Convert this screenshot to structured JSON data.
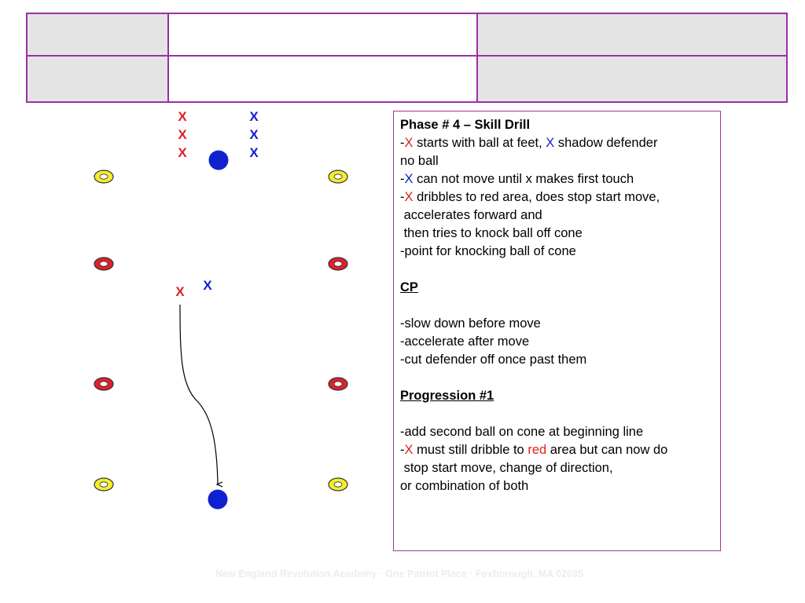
{
  "diagram": {
    "marks": {
      "red_x_text": "X",
      "blue_x_text": "X"
    },
    "colors": {
      "attacker": "#e02020",
      "defender": "#1020d0",
      "ball": "#1020d0",
      "cone_yellow": "#f5ee2a",
      "cone_red": "#e0202a",
      "border": "#9b2fa6"
    }
  },
  "panel": {
    "title": "Phase # 4 – Skill Drill",
    "l1_dash": "-",
    "l1_x1": "X",
    "l1_mid": " starts with ball at feet, ",
    "l1_x2": "X",
    "l1_end": " shadow defender",
    "l2": "no ball",
    "l3_dash": "-",
    "l3_x": "X",
    "l3_end": " can not move until x makes first touch",
    "l4_dash": "-",
    "l4_x": "X",
    "l4_end": " dribbles to red area, does stop start move,",
    "l5": " accelerates forward and",
    "l6": " then tries to knock ball off cone",
    "l7": "-point for knocking ball of cone",
    "cp_heading": "CP",
    "cp1": "-slow down before move",
    "cp2": "-accelerate after move",
    "cp3": "-cut defender off once past them",
    "prog_heading": "Progression #1",
    "p1": "-add second ball on cone at beginning line",
    "p2_dash": "-",
    "p2_x": "X",
    "p2_mid": " must still dribble to ",
    "p2_red": "red",
    "p2_end": " area but can now do",
    "p3": " stop start move, change of direction,",
    "p4": "or combination of both"
  },
  "footer": {
    "text": "New England Revolution Academy · One Patriot Place · Foxborough, MA 02035"
  }
}
